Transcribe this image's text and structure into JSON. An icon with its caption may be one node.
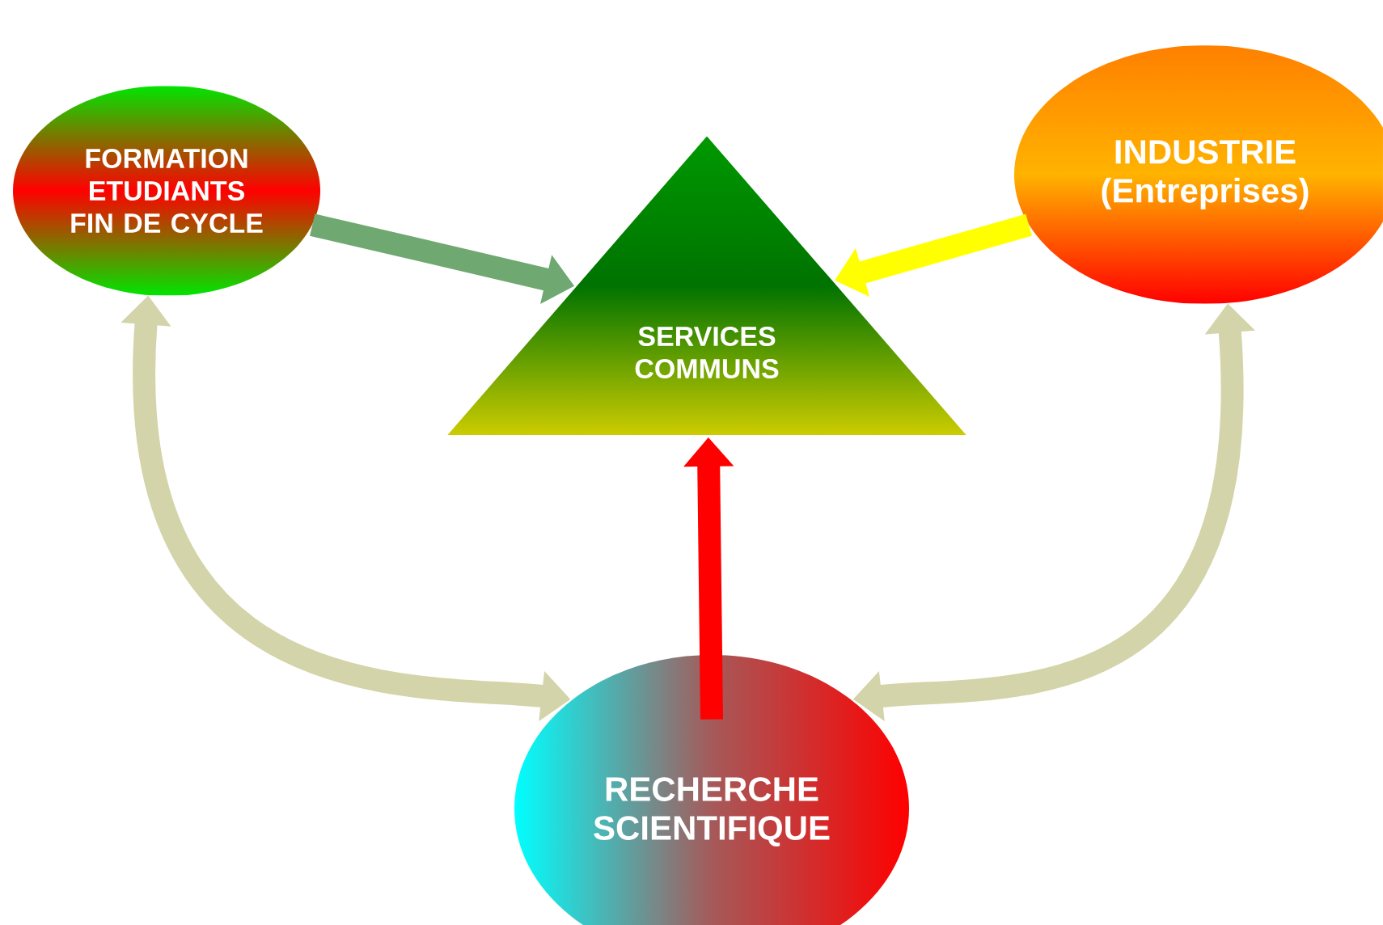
{
  "diagram": {
    "nodes": [
      {
        "text": [
          "FORMATION ETUDIANTS FIN DE CYCLE"
        ]
      },
      {
        "text": [
          "INDUSTRIE (Entreprises)"
        ]
      },
      {
        "text": [
          "SERVICES COMMUNS"
        ]
      },
      {
        "text": [
          "RECHERCHE SCIENTIFIQUE"
        ]
      }
    ],
    "edges": [
      {
        "from": 0,
        "to": 2,
        "arrow": "to",
        "color": "#6fa870"
      },
      {
        "from": 1,
        "to": 2,
        "arrow": "to",
        "color": "#ffff00"
      },
      {
        "from": 3,
        "to": 2,
        "arrow": "to",
        "color": "#ff0000"
      },
      {
        "from": 0,
        "to": 3,
        "arrow": "both",
        "color": "#d4d4aa"
      },
      {
        "from": 1,
        "to": 3,
        "arrow": "both",
        "color": "#d4d4aa"
      }
    ]
  }
}
